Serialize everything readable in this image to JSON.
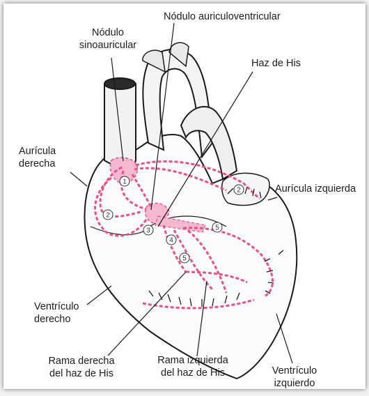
{
  "labels": {
    "sa_node_line1": "Nódulo",
    "sa_node_line2": "sinoauricular",
    "av_node": "Nódulo auriculoventricular",
    "bundle_his": "Haz de His",
    "right_atrium_line1": "Aurícula",
    "right_atrium_line2": "derecha",
    "left_atrium": "Aurícula izquierda",
    "right_ventricle_line1": "Ventrículo",
    "right_ventricle_line2": "derecho",
    "right_branch_line1": "Rama derecha",
    "right_branch_line2": "del haz de His",
    "left_branch_line1": "Rama izquierda",
    "left_branch_line2": "del haz de His",
    "left_ventricle_line1": "Ventrículo",
    "left_ventricle_line2": "izquierdo"
  },
  "markers": [
    "1",
    "2",
    "2",
    "3",
    "4",
    "5",
    "5"
  ],
  "colors": {
    "pathway": "#e8508a",
    "highlight": "#f5b9cf",
    "outline": "#1a1a1a",
    "shading": "#dddddd"
  }
}
